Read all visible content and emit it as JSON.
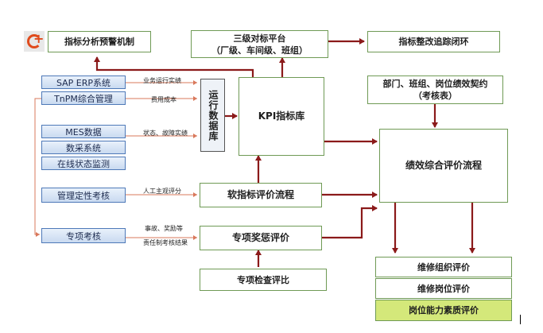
{
  "boxes": {
    "warning": "指标分析预警机制",
    "platform_line1": "三级对标平台",
    "platform_line2": "（厂级、车间级、班组）",
    "closed_loop": "指标整改追踪闭环",
    "contract_line1": "部门、班组、岗位绩效契约",
    "contract_line2": "（考核表）",
    "run_db": "运行数据库",
    "kpi_db": "KPI指标库",
    "overall": "绩效综合评价流程",
    "soft": "软指标评价流程",
    "special_reward": "专项奖惩评价",
    "special_check": "专项检查评比",
    "org_eval": "维修组织评价",
    "post_eval": "维修岗位评价",
    "ability_eval": "岗位能力素质评价"
  },
  "sources": {
    "sap": "SAP ERP系统",
    "tnpm": "TnPM综合管理",
    "mes": "MES数据",
    "collect": "数采系统",
    "online": "在线状态监测",
    "qualitative": "管理定性考核",
    "special": "专项考核"
  },
  "labels": {
    "business": "业务运行实绩",
    "cost": "费用成本",
    "status": "状态、故障实绩",
    "subjective": "人工主观评分",
    "accident_line1": "事故、奖励等",
    "accident_line2": "责任制考核结果"
  },
  "colors": {
    "arrow": "#8b1a1a",
    "connector": "#d9785b",
    "box_border": "#6f9a55",
    "source_border": "#4e79b8",
    "ability_fill": "#d4e87a"
  },
  "icons": {
    "logo": "brand-logo-icon"
  }
}
